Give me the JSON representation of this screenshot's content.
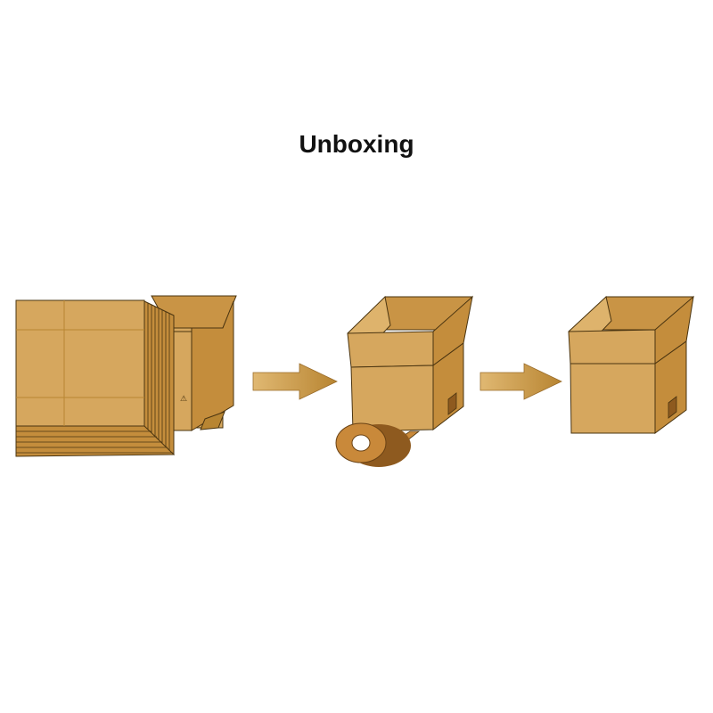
{
  "title": "Unboxing",
  "steps": [
    {
      "name": "flat-stack-and-open-box"
    },
    {
      "name": "taping-box"
    },
    {
      "name": "finished-box"
    }
  ],
  "colors": {
    "kraft": "#d6a75e",
    "kraft_light": "#deb36c",
    "kraft_dark": "#b88532",
    "kraft_inner": "#c99445",
    "outline": "#4a3410",
    "tape": "#c9893a",
    "tape_dark": "#8e5a1f",
    "arrow": "#c99a4e"
  },
  "icons": [
    "right-arrow-icon",
    "tape-roll-icon"
  ]
}
